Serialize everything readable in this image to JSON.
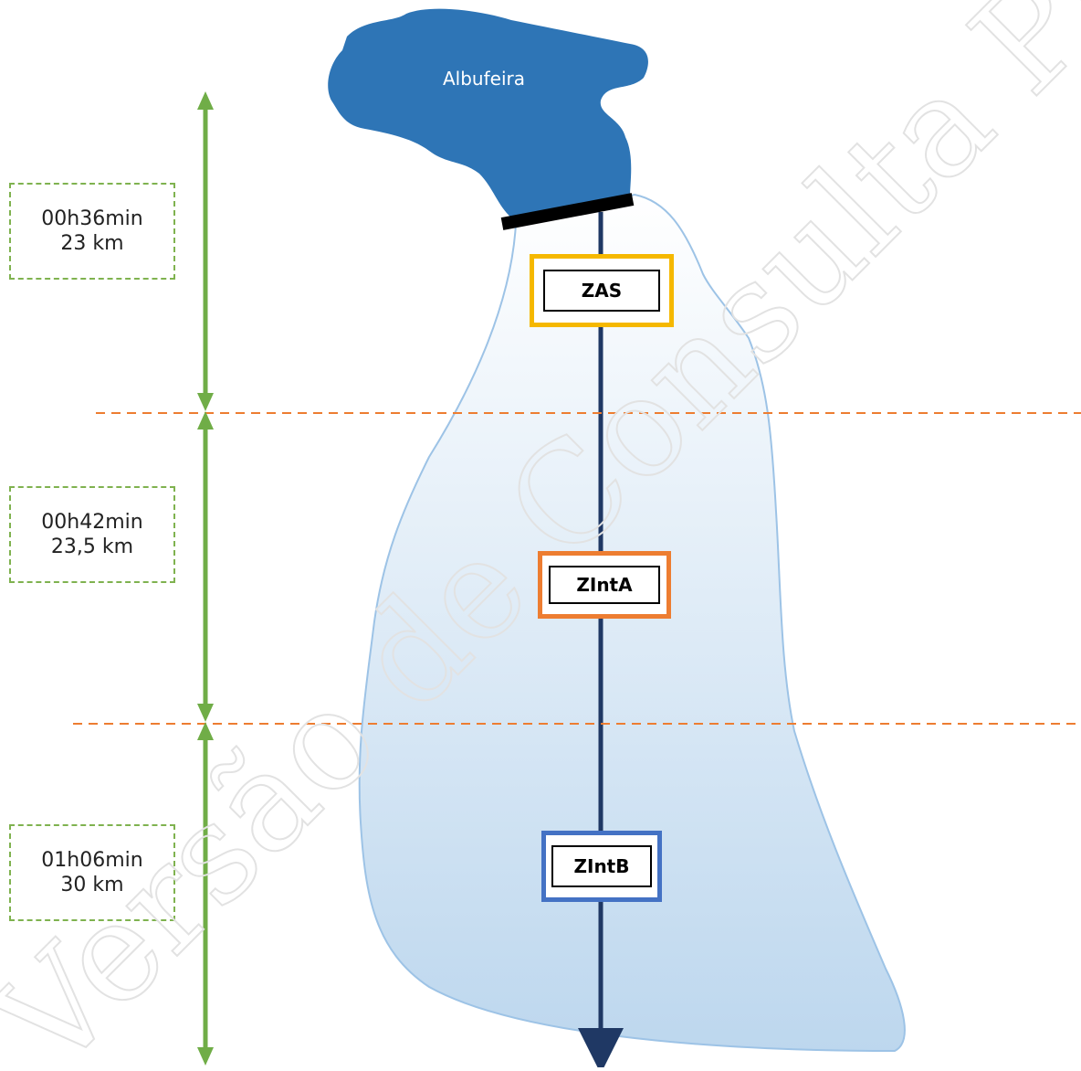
{
  "reservoir": {
    "label": "Albufeira"
  },
  "segments": [
    {
      "time": "00h36min",
      "distance": "23 km"
    },
    {
      "time": "00h42min",
      "distance": "23,5 km"
    },
    {
      "time": "01h06min",
      "distance": "30 km"
    }
  ],
  "zones": [
    {
      "label": "ZAS",
      "border_color": "#f5b800"
    },
    {
      "label": "ZIntA",
      "border_color": "#ed7d31"
    },
    {
      "label": "ZIntB",
      "border_color": "#4472c4"
    }
  ],
  "watermark": {
    "text": "Versão de Consulta Pública"
  },
  "colors": {
    "reservoir": "#2e75b6",
    "arrow_green": "#70ad47",
    "divider_orange": "#ed7d31",
    "axis_navy": "#1f3864",
    "valley_outline": "#9dc3e6"
  }
}
